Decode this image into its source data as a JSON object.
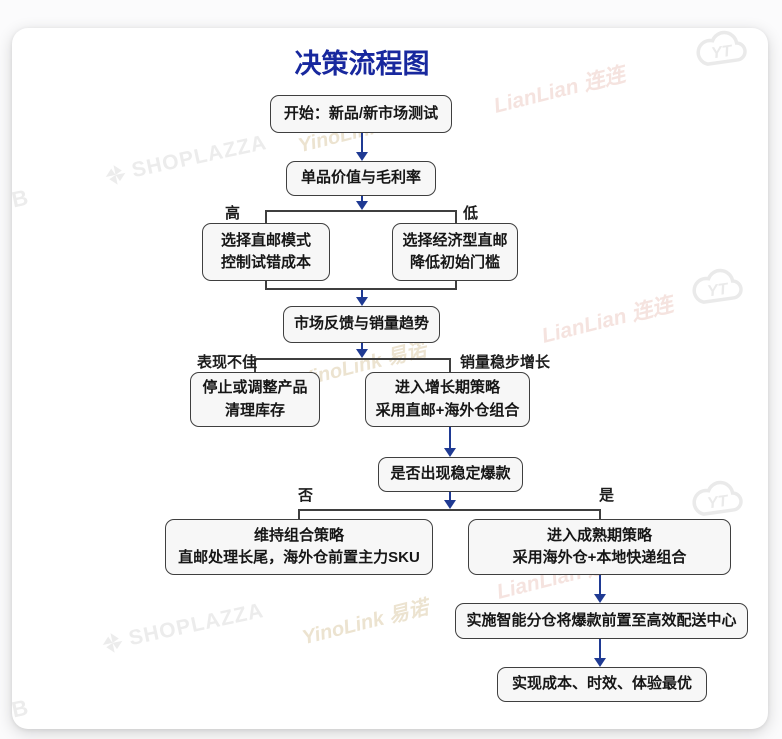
{
  "title": "决策流程图",
  "nodes": {
    "start": "开始：新品/新市场测试",
    "unit_value": "单品价值与毛利率",
    "direct_mail": [
      "选择直邮模式",
      "控制试错成本"
    ],
    "economy_mail": [
      "选择经济型直邮",
      "降低初始门槛"
    ],
    "feedback": "市场反馈与销量趋势",
    "stop_adjust": [
      "停止或调整产品",
      "清理库存"
    ],
    "growth": [
      "进入增长期策略",
      "采用直邮+海外仓组合"
    ],
    "hot_check": "是否出现稳定爆款",
    "maintain": [
      "维持组合策略",
      "直邮处理长尾，海外仓前置主力SKU"
    ],
    "mature": [
      "进入成熟期策略",
      "采用海外仓+本地快递组合"
    ],
    "smart_warehouse": "实施智能分仓将爆款前置至高效配送中心",
    "optimal": "实现成本、时效、体验最优"
  },
  "branches": {
    "high": "高",
    "low": "低",
    "poor": "表现不佳",
    "steady": "销量稳步增长",
    "no": "否",
    "yes": "是"
  },
  "watermarks": {
    "shoplazza": "SHOPLAZZA",
    "lianlian": "LianLian 连连",
    "yinolink": "YinoLink 易诺",
    "cloud_initials": "YT",
    "fragment_b": "B"
  },
  "colors": {
    "title": "#18289e",
    "arrow": "#1f3a93",
    "connector": "#3f3f3f",
    "box_border": "#3f3f3f",
    "box_bg": "#f7f7f7"
  }
}
